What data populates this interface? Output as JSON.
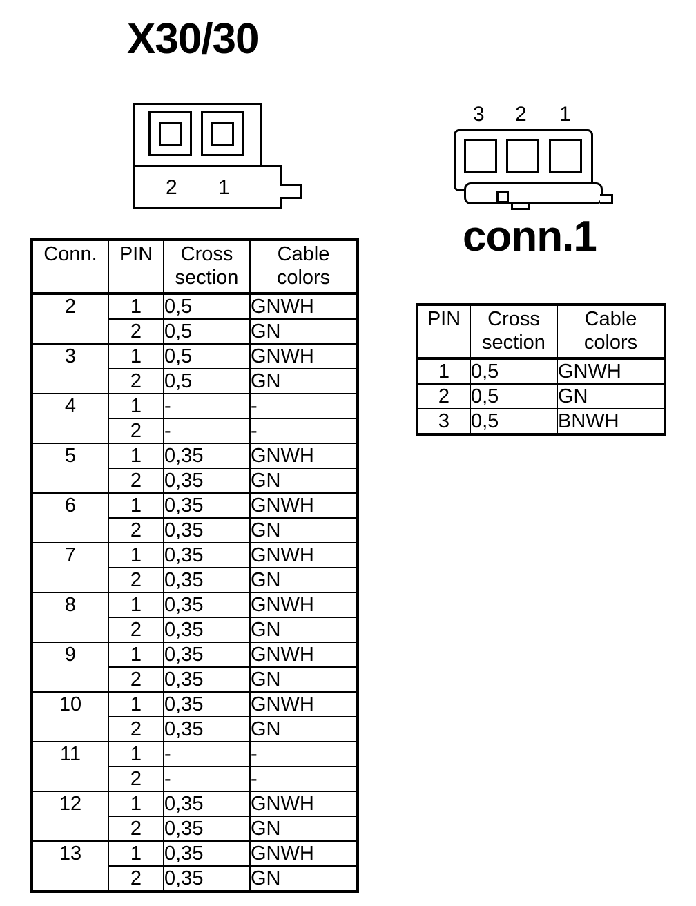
{
  "x30": {
    "title": "X30/30",
    "pin_labels": [
      "2",
      "1"
    ]
  },
  "conn1": {
    "title": "conn.1",
    "pin_labels": [
      "3",
      "2",
      "1"
    ]
  },
  "main_table": {
    "headers": {
      "conn": "Conn.",
      "pin": "PIN",
      "cross_1": "Cross",
      "cross_2": "section",
      "colors_1": "Cable",
      "colors_2": "colors"
    },
    "rows": [
      {
        "conn": "2",
        "pins": [
          {
            "pin": "1",
            "cross": "0,5",
            "color": "GNWH"
          },
          {
            "pin": "2",
            "cross": "0,5",
            "color": "GN"
          }
        ]
      },
      {
        "conn": "3",
        "pins": [
          {
            "pin": "1",
            "cross": "0,5",
            "color": "GNWH"
          },
          {
            "pin": "2",
            "cross": "0,5",
            "color": "GN"
          }
        ]
      },
      {
        "conn": "4",
        "pins": [
          {
            "pin": "1",
            "cross": "-",
            "color": "-"
          },
          {
            "pin": "2",
            "cross": "-",
            "color": "-"
          }
        ]
      },
      {
        "conn": "5",
        "pins": [
          {
            "pin": "1",
            "cross": "0,35",
            "color": "GNWH"
          },
          {
            "pin": "2",
            "cross": "0,35",
            "color": "GN"
          }
        ]
      },
      {
        "conn": "6",
        "pins": [
          {
            "pin": "1",
            "cross": "0,35",
            "color": "GNWH"
          },
          {
            "pin": "2",
            "cross": "0,35",
            "color": "GN"
          }
        ]
      },
      {
        "conn": "7",
        "pins": [
          {
            "pin": "1",
            "cross": "0,35",
            "color": "GNWH"
          },
          {
            "pin": "2",
            "cross": "0,35",
            "color": "GN"
          }
        ]
      },
      {
        "conn": "8",
        "pins": [
          {
            "pin": "1",
            "cross": "0,35",
            "color": "GNWH"
          },
          {
            "pin": "2",
            "cross": "0,35",
            "color": "GN"
          }
        ]
      },
      {
        "conn": "9",
        "pins": [
          {
            "pin": "1",
            "cross": "0,35",
            "color": "GNWH"
          },
          {
            "pin": "2",
            "cross": "0,35",
            "color": "GN"
          }
        ]
      },
      {
        "conn": "10",
        "pins": [
          {
            "pin": "1",
            "cross": "0,35",
            "color": "GNWH"
          },
          {
            "pin": "2",
            "cross": "0,35",
            "color": "GN"
          }
        ]
      },
      {
        "conn": "11",
        "pins": [
          {
            "pin": "1",
            "cross": "-",
            "color": "-"
          },
          {
            "pin": "2",
            "cross": "-",
            "color": "-"
          }
        ]
      },
      {
        "conn": "12",
        "pins": [
          {
            "pin": "1",
            "cross": "0,35",
            "color": "GNWH"
          },
          {
            "pin": "2",
            "cross": "0,35",
            "color": "GN"
          }
        ]
      },
      {
        "conn": "13",
        "pins": [
          {
            "pin": "1",
            "cross": "0,35",
            "color": "GNWH"
          },
          {
            "pin": "2",
            "cross": "0,35",
            "color": "GN"
          }
        ]
      }
    ]
  },
  "conn_table": {
    "headers": {
      "pin": "PIN",
      "cross_1": "Cross",
      "cross_2": "section",
      "colors_1": "Cable",
      "colors_2": "colors"
    },
    "rows": [
      {
        "pin": "1",
        "cross": "0,5",
        "color": "GNWH"
      },
      {
        "pin": "2",
        "cross": "0,5",
        "color": "GN"
      },
      {
        "pin": "3",
        "cross": "0,5",
        "color": "BNWH"
      }
    ]
  }
}
